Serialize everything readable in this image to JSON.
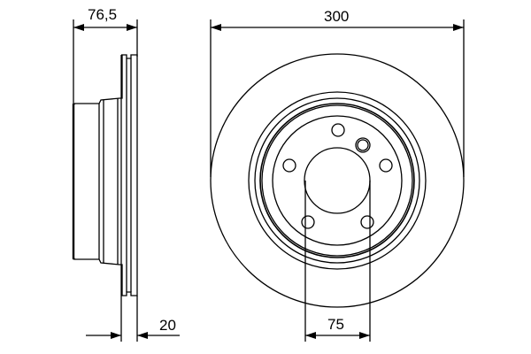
{
  "drawing": {
    "subject": "Brake disc technical drawing",
    "line_color": "#000000",
    "background": "#ffffff",
    "side_view": {
      "overall_height_label": "76,5",
      "thickness_label": "20"
    },
    "front_view": {
      "diameter_label": "300",
      "center_hole_label": "75",
      "bolt_hole_count": 5,
      "locating_hole_count": 1
    }
  }
}
